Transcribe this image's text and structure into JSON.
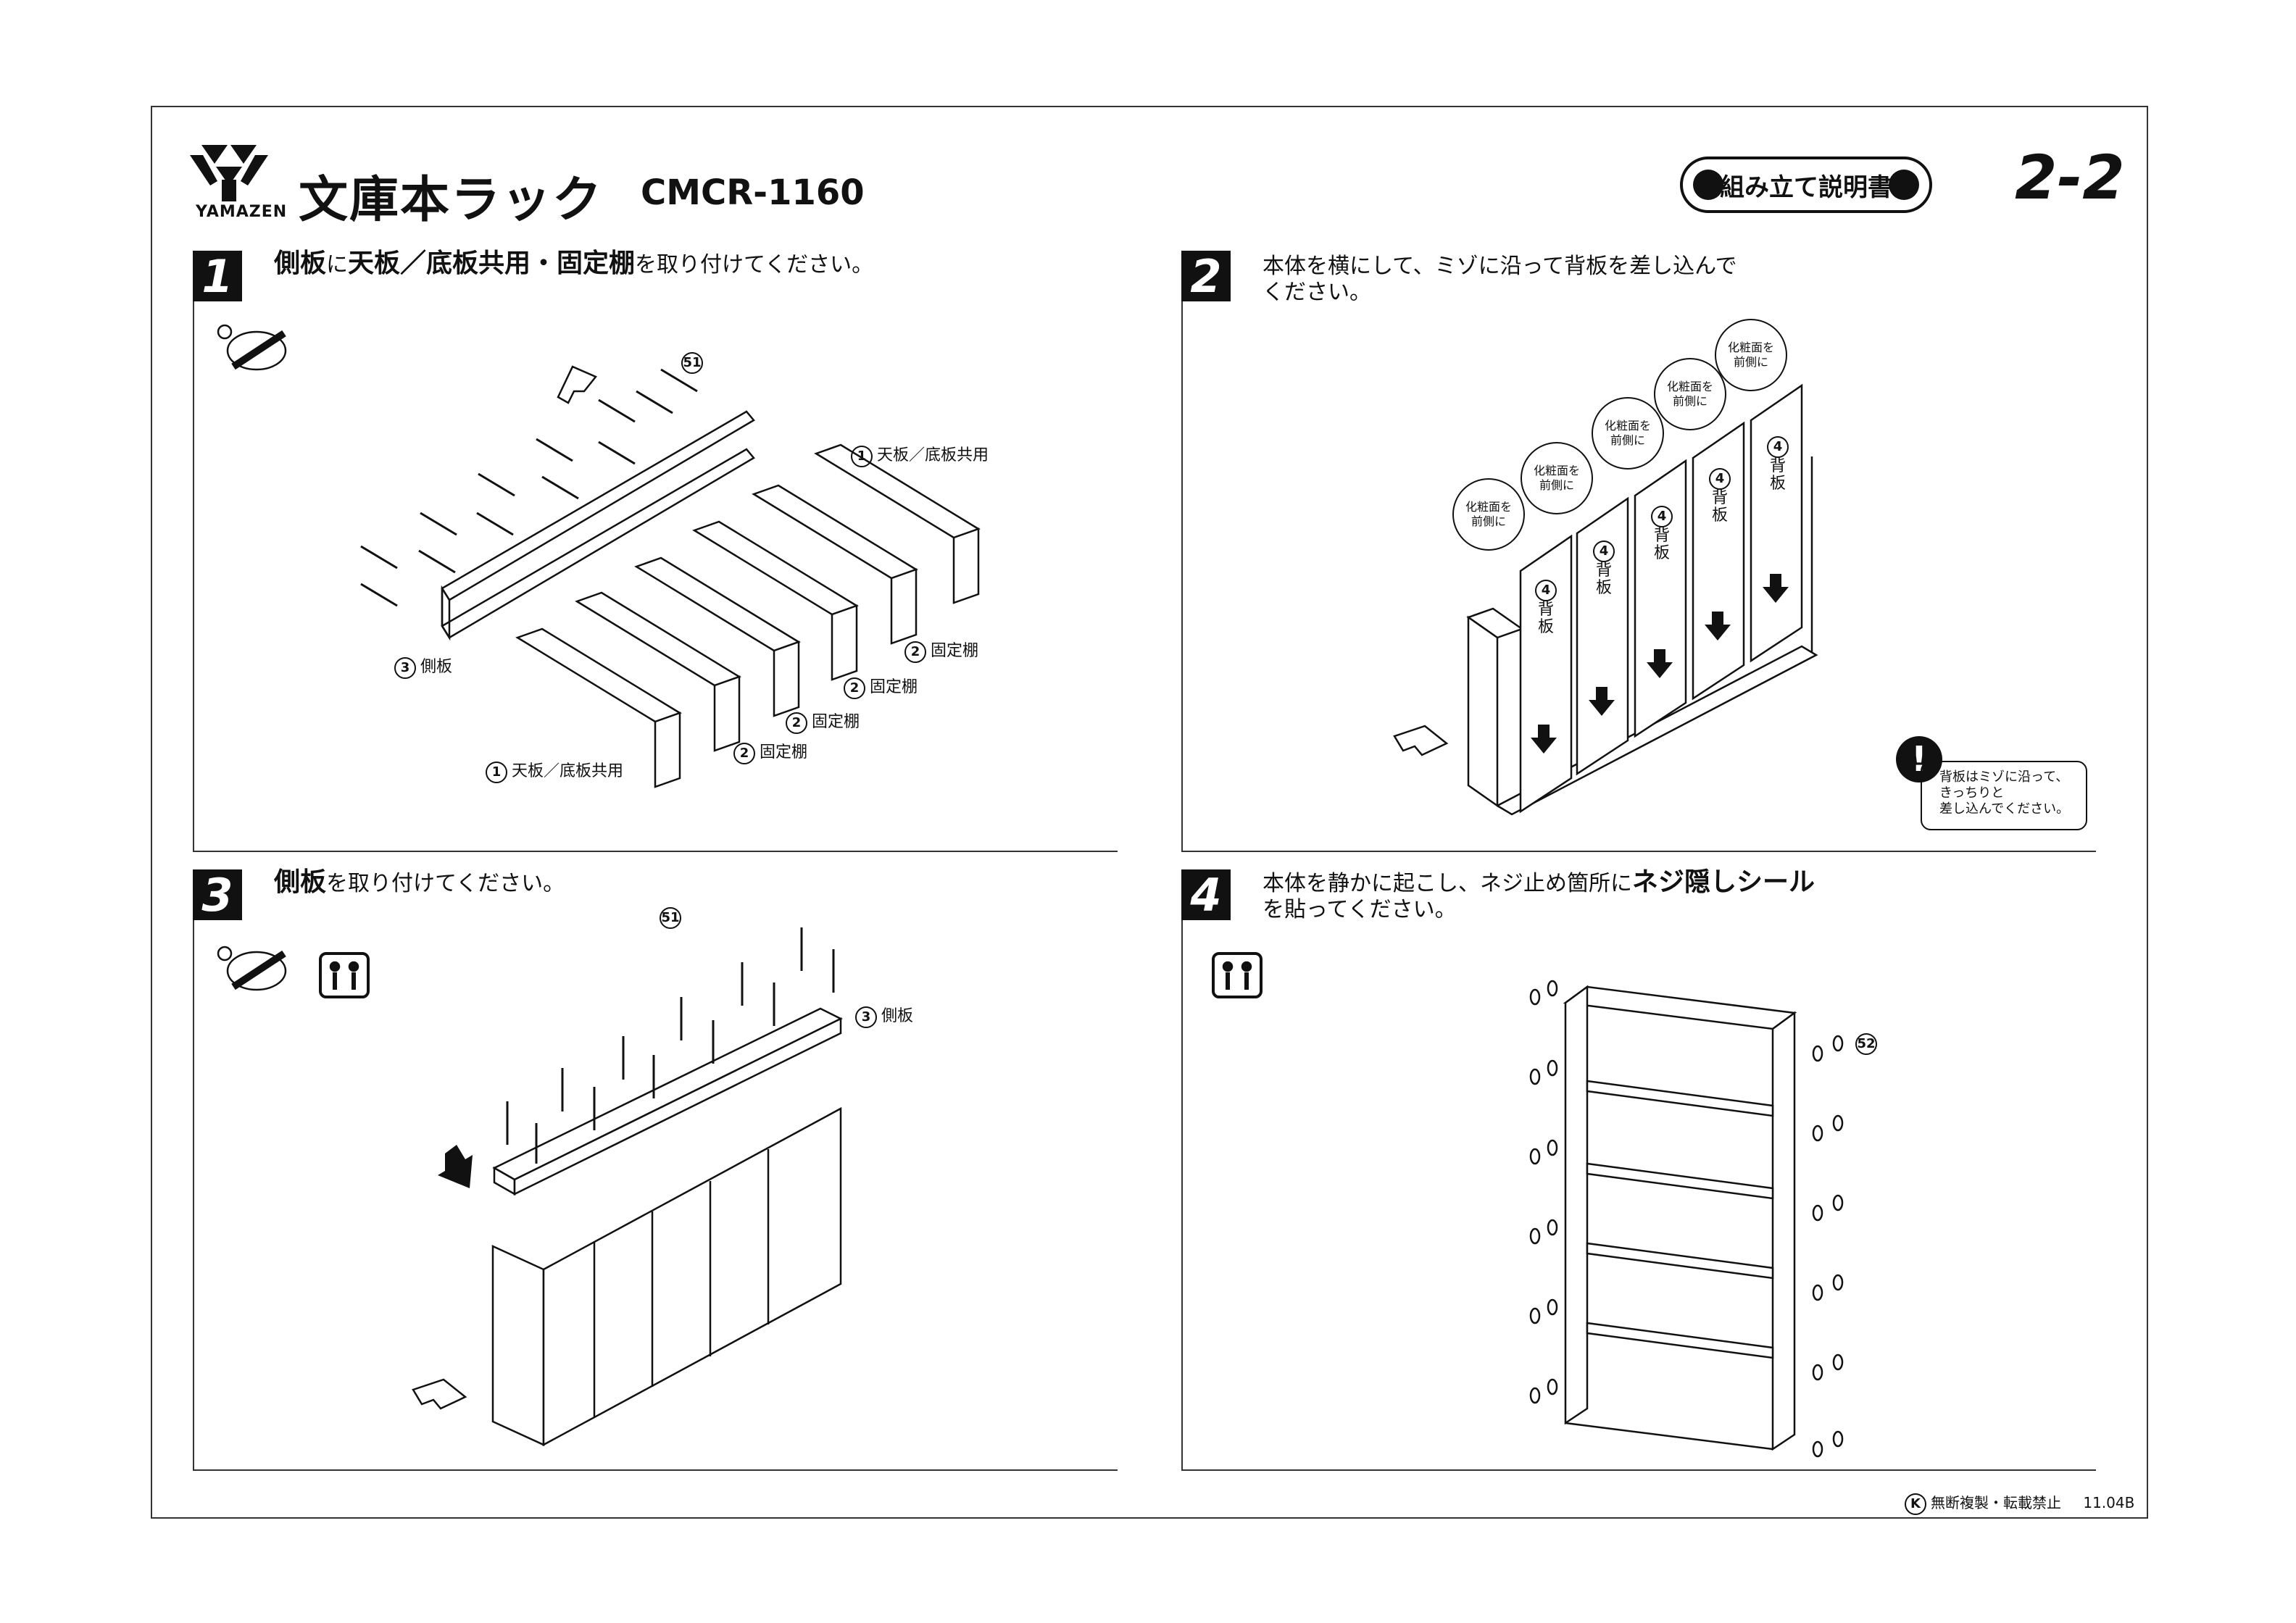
{
  "brand": {
    "name": "YAMAZEN"
  },
  "header": {
    "title": "文庫本ラック",
    "model": "CMCR-1160",
    "manual_label": "組み立て説明書",
    "page_number": "2-2"
  },
  "steps": [
    {
      "number": "1",
      "text_parts": [
        "側板",
        "に",
        "天板／底板共用・固定棚",
        "を取り付けてください。"
      ]
    },
    {
      "number": "2",
      "line1": "本体を横にして、ミゾに沿って背板を差し込んで",
      "line2": "ください。"
    },
    {
      "number": "3",
      "text_parts": [
        "側板",
        "を取り付けてください。"
      ]
    },
    {
      "number": "4",
      "line1_prefix": "本体を静かに起こし、ネジ止め箇所に",
      "line1_bold": "ネジ隠しシール",
      "line2": "を貼ってください。"
    }
  ],
  "icons": {
    "driver_text": "ドライバー使用",
    "two_person_text": "2人以上",
    "front_text": "前"
  },
  "step1_labels": {
    "screw": "51",
    "top_bottom_1": "天板／底板共用",
    "top_bottom_1_num": "1",
    "fixed_shelf": "固定棚",
    "fixed_shelf_num": "2",
    "side_board": "側板",
    "side_board_num": "3",
    "top_bottom_2": "天板／底板共用",
    "top_bottom_2_num": "1"
  },
  "step2_labels": {
    "bubble_line1": "化粧面を",
    "bubble_line2": "前側に",
    "back_board": "背板",
    "back_board_num": "4",
    "note_line1": "背板はミゾに沿って、",
    "note_line2": "きっちりと",
    "note_line3": "差し込んでください。"
  },
  "step3_labels": {
    "screw": "51",
    "side_board": "側板",
    "side_board_num": "3"
  },
  "step4_labels": {
    "seal": "52"
  },
  "footer": {
    "copyright": "無断複製・転載禁止",
    "code": "11.04B",
    "mark": "K"
  }
}
